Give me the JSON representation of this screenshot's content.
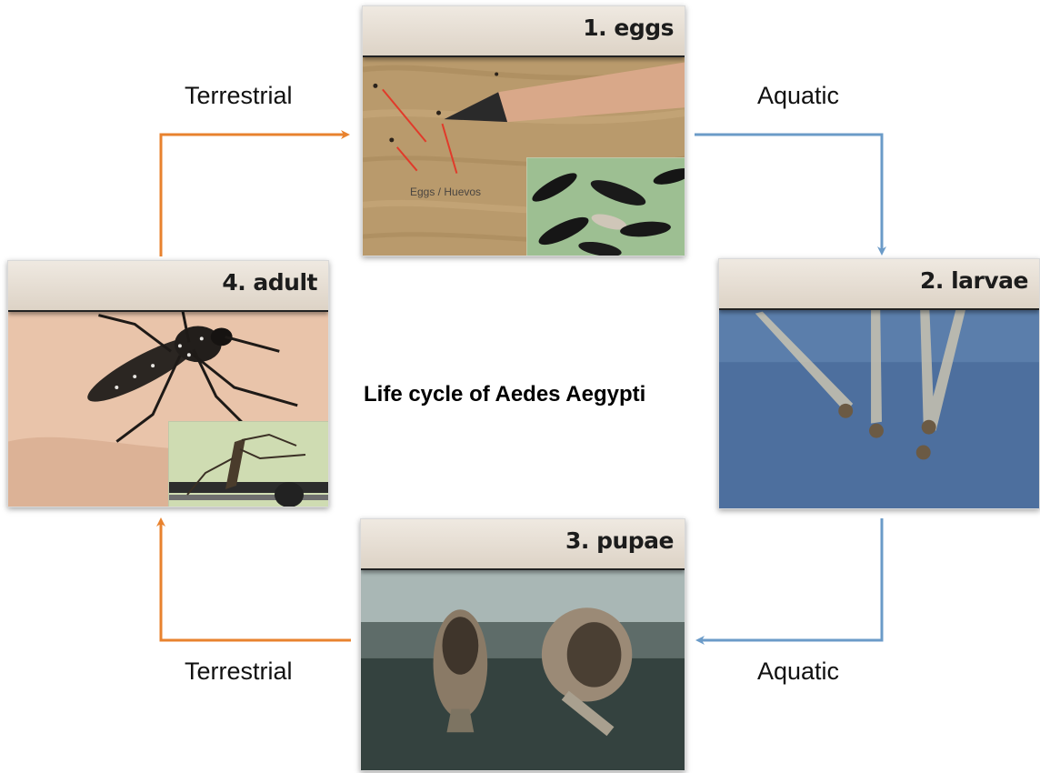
{
  "title": "Life cycle of Aedes Aegypti",
  "stages": {
    "eggs": {
      "label": "1. eggs",
      "caption": "Eggs / Huevos"
    },
    "larvae": {
      "label": "2. larvae"
    },
    "pupae": {
      "label": "3. pupae"
    },
    "adult": {
      "label": "4. adult"
    }
  },
  "transitions": {
    "adult_to_eggs": "Terrestrial",
    "eggs_to_larvae": "Aquatic",
    "larvae_to_pupae": "Aquatic",
    "pupae_to_adult": "Terrestrial"
  },
  "colors": {
    "terrestrial_arrow": "#e8822e",
    "aquatic_arrow": "#6b9bc8"
  }
}
